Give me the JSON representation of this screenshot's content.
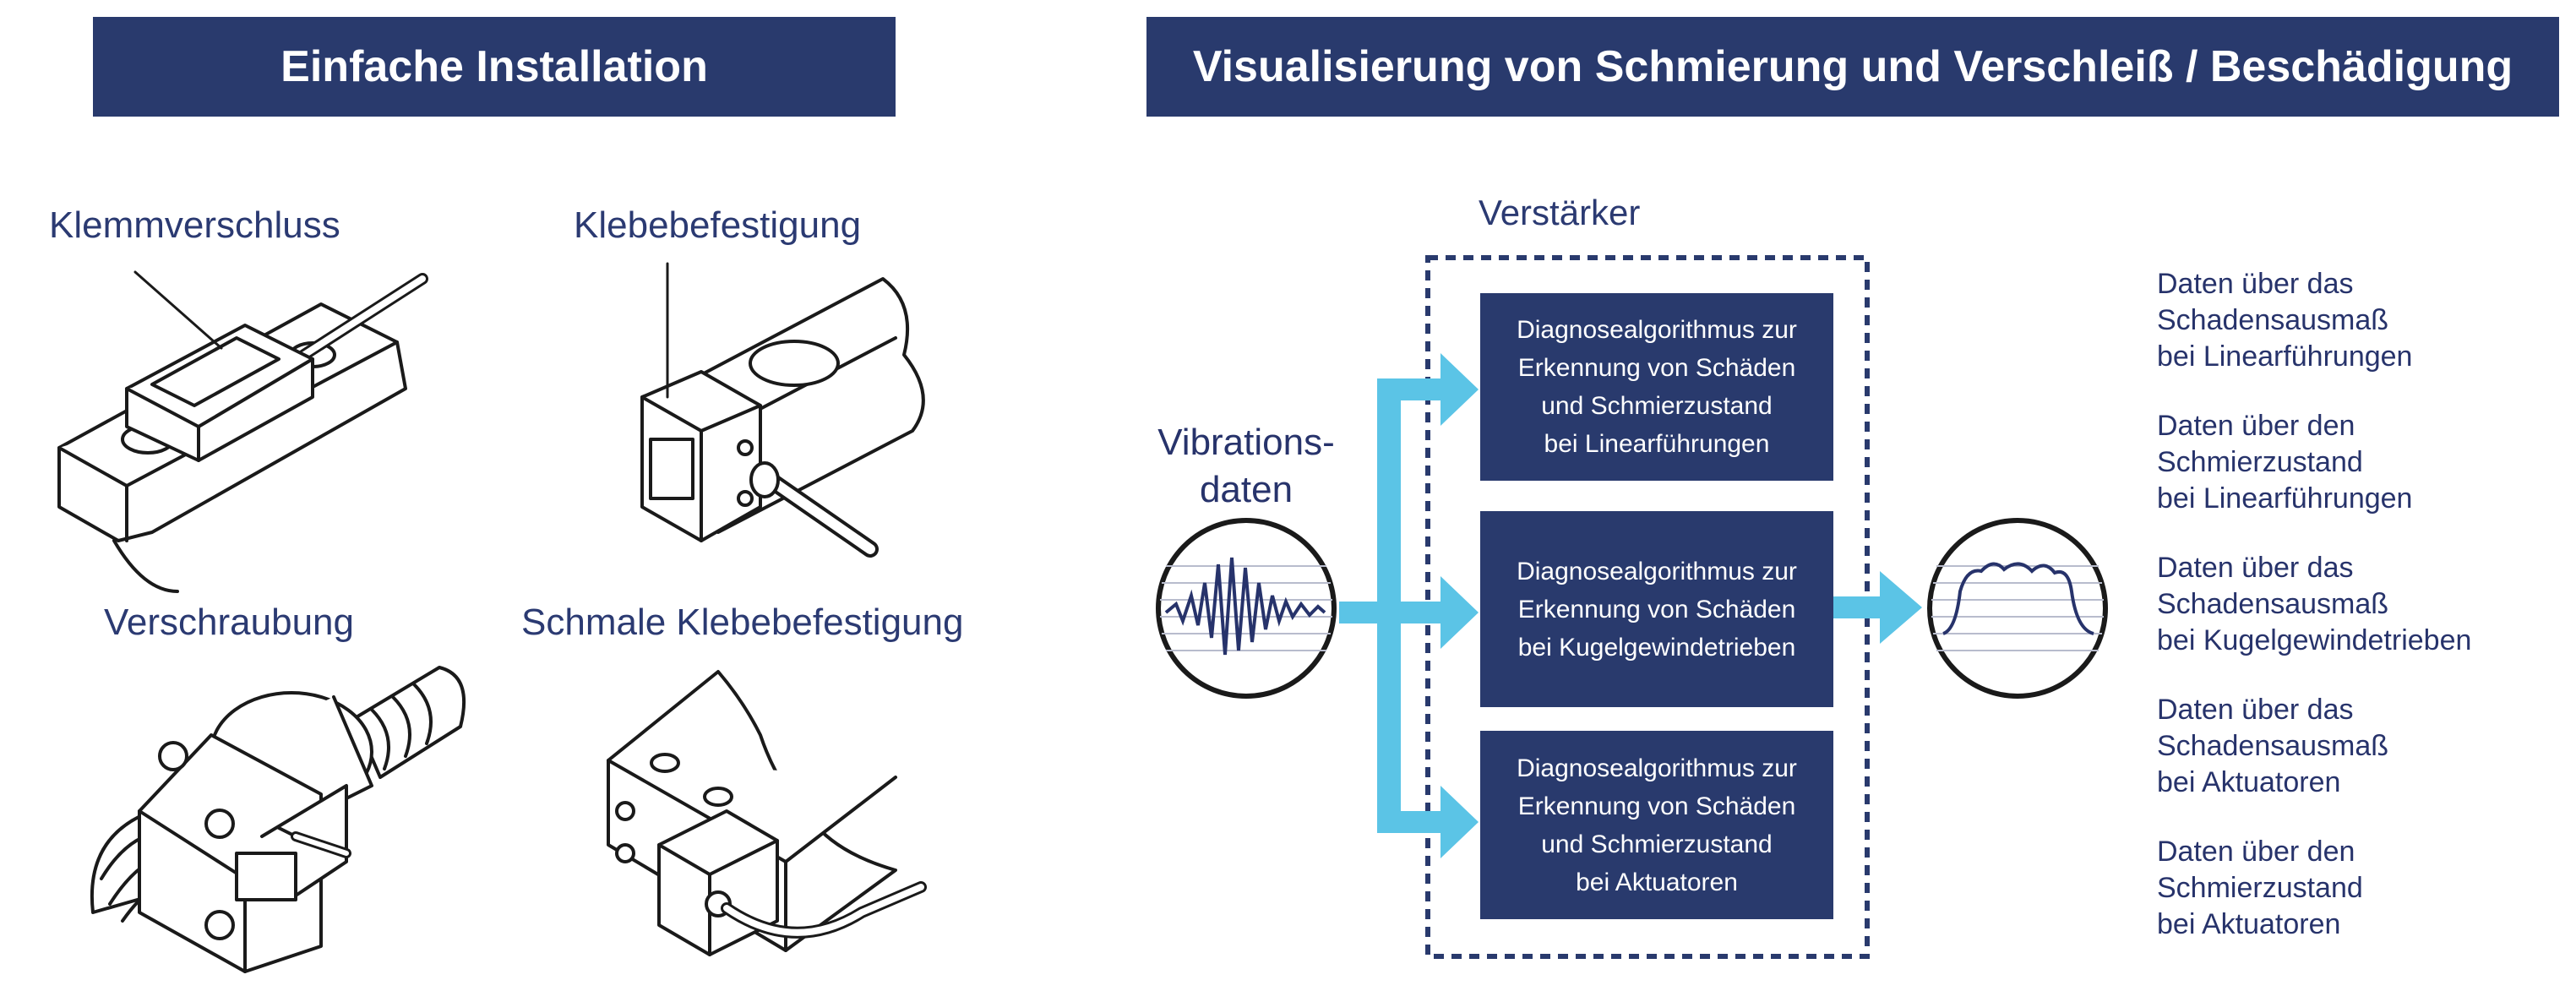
{
  "left_panel": {
    "title": "Einfache Installation",
    "methods": {
      "clamp": "Klemmverschluss",
      "adhesive": "Klebebefestigung",
      "screw": "Verschraubung",
      "narrow_adhesive": "Schmale Klebebefestigung"
    }
  },
  "right_panel": {
    "title": "Visualisierung von Schmierung und Verschleiß / Beschädigung",
    "amplifier_label": "Verstärker",
    "input_label": [
      "Vibrations-",
      "daten"
    ],
    "algorithms": [
      [
        "Diagnosealgorithmus zur",
        "Erkennung von Schäden",
        "und Schmierzustand",
        "bei Linearführungen"
      ],
      [
        "Diagnosealgorithmus zur",
        "Erkennung von Schäden",
        "bei Kugelgewindetrieben"
      ],
      [
        "Diagnosealgorithmus zur",
        "Erkennung von Schäden",
        "und Schmierzustand",
        "bei Aktuatoren"
      ]
    ],
    "outputs": [
      [
        "Daten über das",
        "Schadensausmaß",
        "bei Linearführungen"
      ],
      [
        "Daten über den",
        "Schmierzustand",
        "bei Linearführungen"
      ],
      [
        "Daten über das",
        "Schadensausmaß",
        "bei Kugelgewindetrieben"
      ],
      [
        "Daten über das",
        "Schadensausmaß",
        "bei Aktuatoren"
      ],
      [
        "Daten über den",
        "Schmierzustand",
        "bei Aktuatoren"
      ]
    ]
  },
  "colors": {
    "navy": "#293a6d",
    "arrow": "#5bc4e6",
    "text": "#2b3a72"
  }
}
